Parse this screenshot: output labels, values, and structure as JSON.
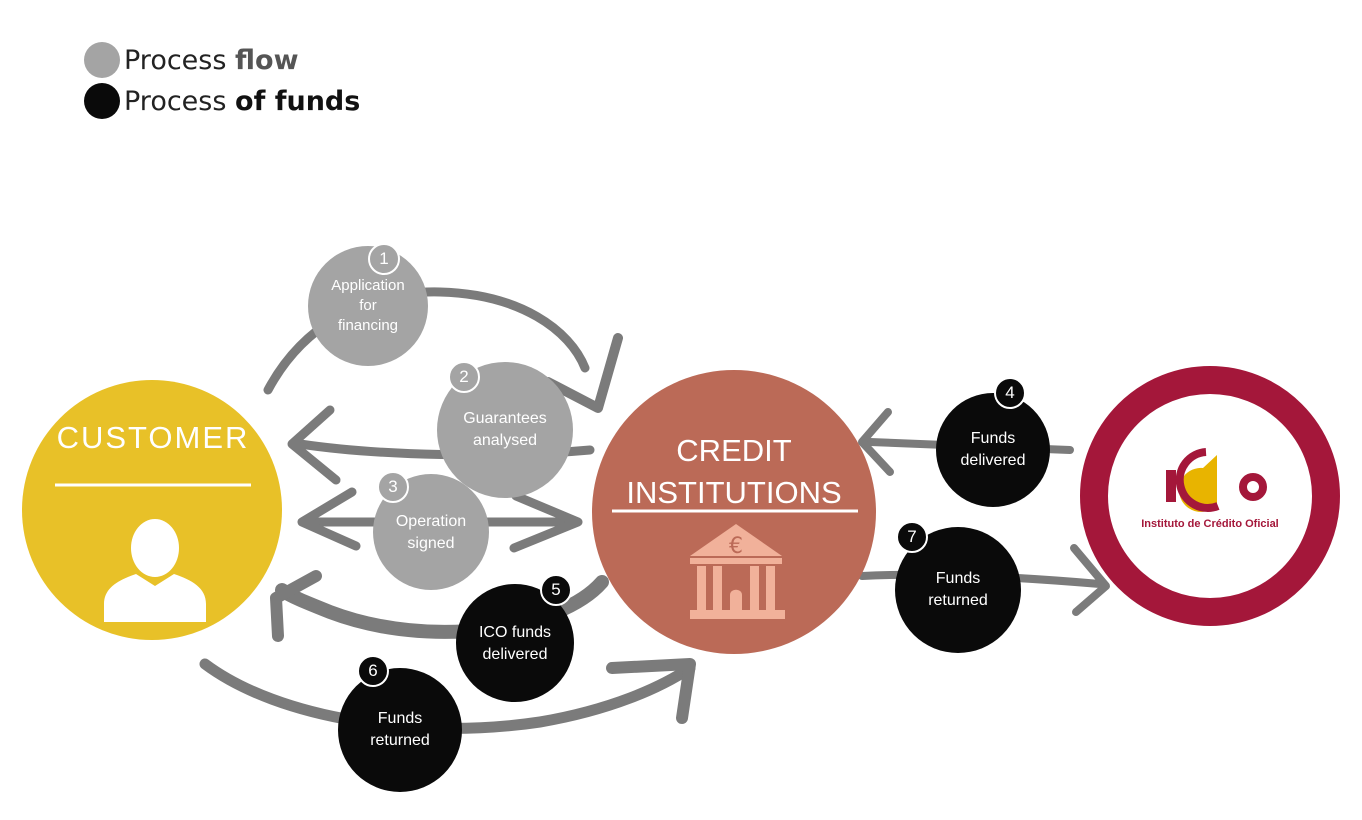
{
  "legend": {
    "flow": {
      "prefix": "Process",
      "bold": "flow"
    },
    "funds": {
      "prefix": "Process",
      "bold": "of funds"
    }
  },
  "nodes": {
    "customer": {
      "title": "CUSTOMER",
      "icon": "person-icon"
    },
    "credit": {
      "title_line1": "CREDIT",
      "title_line2": "INSTITUTIONS",
      "icon": "bank-euro-icon",
      "currency": "€"
    },
    "ico": {
      "logo_text": "ICO",
      "caption": "Instituto de Crédito Oficial"
    }
  },
  "steps": [
    {
      "number": "1",
      "label_lines": [
        "Application",
        "for",
        "financing"
      ],
      "type": "flow"
    },
    {
      "number": "2",
      "label_lines": [
        "Guarantees",
        "analysed"
      ],
      "type": "flow"
    },
    {
      "number": "3",
      "label_lines": [
        "Operation",
        "signed"
      ],
      "type": "flow"
    },
    {
      "number": "4",
      "label_lines": [
        "Funds",
        "delivered"
      ],
      "type": "funds"
    },
    {
      "number": "5",
      "label_lines": [
        "ICO funds",
        "delivered"
      ],
      "type": "funds"
    },
    {
      "number": "6",
      "label_lines": [
        "Funds",
        "returned"
      ],
      "type": "funds"
    },
    {
      "number": "7",
      "label_lines": [
        "Funds",
        "returned"
      ],
      "type": "funds"
    }
  ],
  "colors": {
    "flow_gray": "#a4a4a4",
    "arrow_gray": "#7b7b7b",
    "funds_black": "#0a0a0a",
    "customer_yellow": "#e8c128",
    "credit_terracotta": "#bb6a57",
    "ico_red": "#a4173a",
    "ico_yellow": "#e8b400"
  }
}
